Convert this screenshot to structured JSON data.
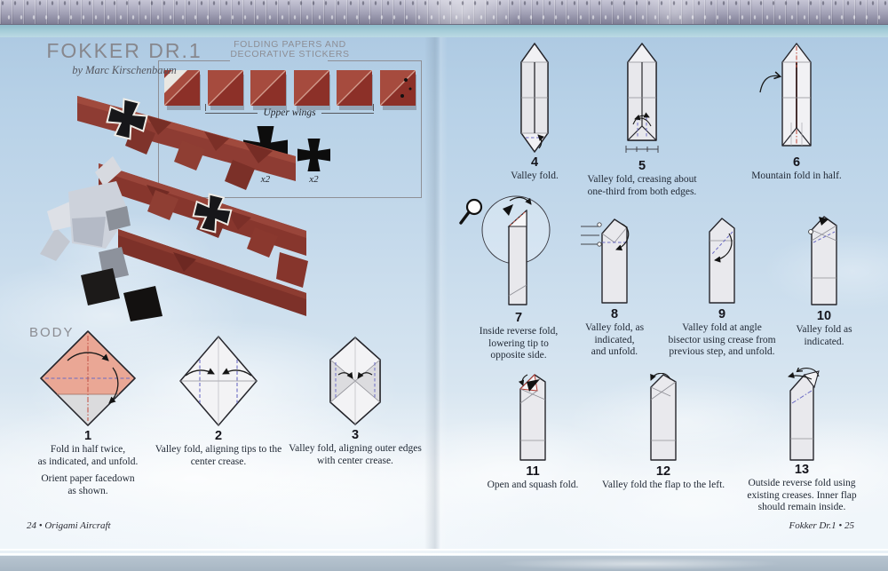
{
  "book": {
    "left_page": {
      "title": "FOKKER DR.1",
      "byline": "by Marc Kirschenbaum",
      "panel": {
        "title_line1": "FOLDING PAPERS AND",
        "title_line2": "DECORATIVE STICKERS",
        "upper_wings_label": "Upper wings",
        "large_cross_count": "x2",
        "small_cross_count": "x2"
      },
      "section": "BODY",
      "steps": [
        {
          "number": "1",
          "caption": "Fold in half twice,\nas indicated, and unfold.",
          "note": "Orient paper facedown\nas shown."
        },
        {
          "number": "2",
          "caption": "Valley fold, aligning tips to the\ncenter crease."
        },
        {
          "number": "3",
          "caption": "Valley fold, aligning outer edges\nwith center crease."
        }
      ],
      "footer": "24 • Origami Aircraft"
    },
    "right_page": {
      "steps": [
        {
          "number": "4",
          "caption": "Valley fold."
        },
        {
          "number": "5",
          "caption": "Valley fold, creasing about\none-third from both edges."
        },
        {
          "number": "6",
          "caption": "Mountain fold in half."
        },
        {
          "number": "7",
          "caption": "Inside reverse fold,\nlowering tip to\nopposite side."
        },
        {
          "number": "8",
          "caption": "Valley fold, as\nindicated,\nand unfold."
        },
        {
          "number": "9",
          "caption": "Valley fold at angle\nbisector using crease from\nprevious step, and unfold."
        },
        {
          "number": "10",
          "caption": "Valley fold as\nindicated."
        },
        {
          "number": "11",
          "caption": "Open and squash fold."
        },
        {
          "number": "12",
          "caption": "Valley fold the flap to the left."
        },
        {
          "number": "13",
          "caption": "Outside reverse fold using\nexisting creases. Inner flap\nshould remain inside."
        }
      ],
      "footer": "Fokker Dr.1 • 25"
    }
  },
  "colors": {
    "paper_red": "#9c3a31",
    "sticker_black": "#0d0d0d",
    "valley_blue": "#6b6bc4",
    "mountain_red": "#c4574a",
    "sky_top": "#a9c6e0",
    "metal_band": "#a5a4b8"
  },
  "icons": {
    "magnifier": "magnifier-icon"
  }
}
